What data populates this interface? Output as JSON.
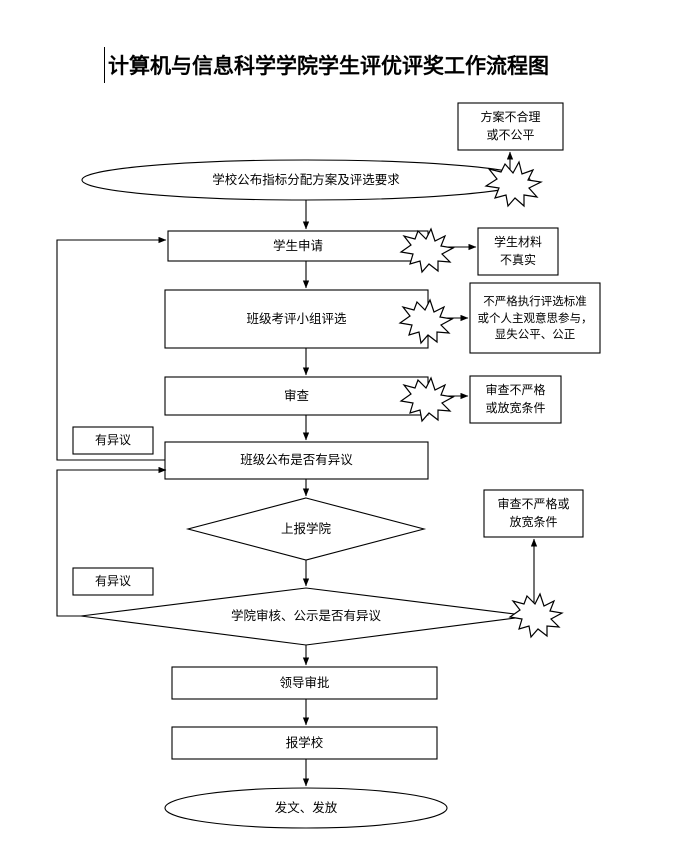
{
  "document": {
    "title": "计算机与信息科学学院学生评优评奖工作流程图",
    "type": "flowchart",
    "language": "zh-CN"
  },
  "colors": {
    "stroke": "#000000",
    "fill": "#ffffff",
    "background": "#ffffff"
  },
  "nodes": {
    "start_ellipse": {
      "label": "学校公布指标分配方案及评选要求",
      "shape": "ellipse"
    },
    "student_apply": {
      "label": "学生申请",
      "shape": "rect"
    },
    "class_review_group": {
      "label": "班级考评小组评选",
      "shape": "rect"
    },
    "examine": {
      "label": "审查",
      "shape": "rect"
    },
    "class_publish": {
      "label": "班级公布是否有异议",
      "shape": "rect"
    },
    "report_college": {
      "label": "上报学院",
      "shape": "diamond"
    },
    "college_review": {
      "label": "学院审核、公示是否有异议",
      "shape": "diamond"
    },
    "leader_approve": {
      "label": "领导审批",
      "shape": "rect"
    },
    "report_school": {
      "label": "报学校",
      "shape": "rect"
    },
    "end_ellipse": {
      "label": "发文、发放",
      "shape": "ellipse"
    }
  },
  "annotations": {
    "plan_unfair": {
      "label": "方案不合理\n或不公平",
      "shape": "rect"
    },
    "material_untrue": {
      "label": "学生材料\n不真实",
      "shape": "rect"
    },
    "standard_violation": {
      "label": "不严格执行评选标准\n或个人主观意思参与，\n显失公平、公正",
      "shape": "rect"
    },
    "examine_lax": {
      "label": "审查不严格\n或放宽条件",
      "shape": "rect"
    },
    "college_examine_lax": {
      "label": "审查不严格或\n放宽条件",
      "shape": "rect"
    }
  },
  "edge_labels": {
    "objection_upper": "有异议",
    "objection_lower": "有异议"
  },
  "risk_markers": [
    {
      "name": "risk-burst-start",
      "attached_to": "start_ellipse"
    },
    {
      "name": "risk-burst-apply",
      "attached_to": "student_apply"
    },
    {
      "name": "risk-burst-review",
      "attached_to": "class_review_group"
    },
    {
      "name": "risk-burst-examine",
      "attached_to": "examine"
    },
    {
      "name": "risk-burst-college",
      "attached_to": "college_review"
    }
  ]
}
